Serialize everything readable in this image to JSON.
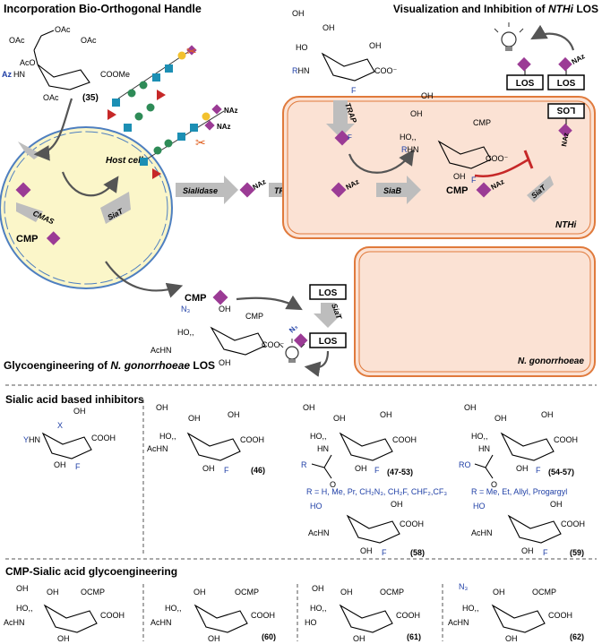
{
  "section_titles": {
    "handle": "Incorporation Bio-Orthogonal Handle",
    "vis_prefix": "Visualization and Inhibition of ",
    "vis_italic": "NTHi",
    "vis_suffix": " LOS",
    "glyco_prefix": "Glycoengineering of ",
    "glyco_italic": "N. gonorrhoeae",
    "glyco_suffix": " LOS",
    "inhibitors": "Sialic acid based inhibitors",
    "cmp": "CMP-Sialic acid glycoengineering"
  },
  "labels": {
    "host_cell": "Host cell",
    "nthi": "NTHi",
    "ngon": "N. gonorrhoeae",
    "sialidase": "Sialidase",
    "trap": "TRAP",
    "siab": "SiaB",
    "siat": "SiaT",
    "cmas": "CMAS",
    "cmp": "CMP",
    "naz": "NAz",
    "los": "LOS",
    "az": "Az",
    "n3": "N₃",
    "x": "X",
    "y": "Y",
    "f": "F",
    "r": "R",
    "ro": "RO",
    "ach": "AcHN",
    "rhn": "RHN",
    "ho": "HO",
    "oh": "OH",
    "oac": "OAc",
    "aco": "AcO",
    "cooh": "COOH",
    "coome": "COOMe",
    "coo": "COO⁻",
    "ocmp": "OCMP"
  },
  "compounds": {
    "c35": "(35)",
    "c46": "(46)",
    "c4753": "(47-53)",
    "c5457": "(54-57)",
    "c58": "(58)",
    "c59": "(59)",
    "c60": "(60)",
    "c61": "(61)",
    "c62": "(62)"
  },
  "r_groups": {
    "r4753": "R = H, Me, Pr, CH₂N₃, CH₂F, CHF₂,CF₃",
    "r5457": "R = Me, Et, Allyl, Progargyl"
  },
  "colors": {
    "purple": "#9b3b95",
    "cell": "#fbe2d4",
    "cell_border": "#e07a3c",
    "host": "#fbf6c9",
    "host_border": "#4e7fc0",
    "arrow_gray": "#bdbdbd",
    "blue_text": "#1f3fa6",
    "inhibit_red": "#c62828"
  }
}
